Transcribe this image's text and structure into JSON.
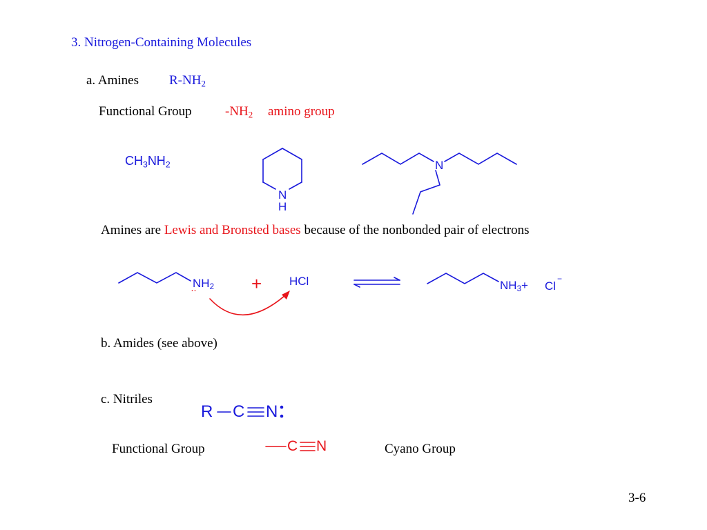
{
  "slide": {
    "section_title": "3. Nitrogen-Containing Molecules",
    "page_number": "3-6"
  },
  "amines": {
    "heading": "a. Amines",
    "formula_base": "R-NH",
    "formula_sub": "2",
    "fg_label": "Functional Group",
    "fg_base": "-NH",
    "fg_sub": "2",
    "fg_name": "amino group",
    "examples": {
      "methylamine": {
        "p1": "CH",
        "s1": "3",
        "p2": "NH",
        "s2": "2"
      },
      "piperidine": {
        "n": "N",
        "h": "H"
      },
      "tributylamine": {
        "n": "N"
      }
    },
    "base_sentence": {
      "before": "Amines are ",
      "highlight": "Lewis and Bronsted bases",
      "after": " because of the nonbonded pair of electrons"
    },
    "reaction": {
      "amine_base": "NH",
      "amine_sub": "2",
      "lone_pair": "··",
      "plus": "+",
      "acid": "HCl",
      "product_base": "NH",
      "product_sub": "3",
      "product_charge": "+",
      "counterion": "Cl",
      "counterion_charge": "−"
    }
  },
  "amides": {
    "heading": "b. Amides (see above)"
  },
  "nitriles": {
    "heading": "c. Nitriles",
    "formula": {
      "r": "R",
      "c": "C",
      "n": "N"
    },
    "fg_label": "Functional Group",
    "fg_c": "C",
    "fg_n": "N",
    "fg_name": "Cyano Group"
  },
  "colors": {
    "title_blue": "#1a1adc",
    "highlight_red": "#e8141a",
    "text_black": "#000000"
  }
}
